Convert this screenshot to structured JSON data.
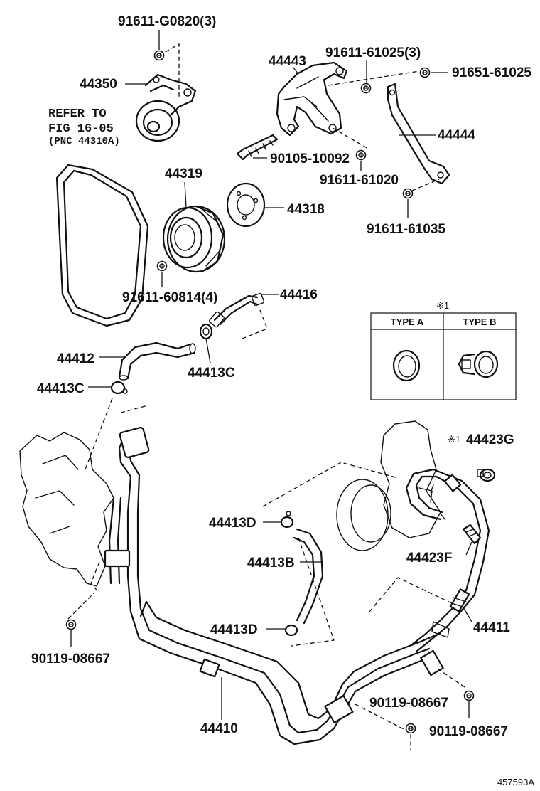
{
  "labels": {
    "p91611_g0820": "91611-G0820(3)",
    "p44350": "44350",
    "refer_line1": "REFER TO",
    "refer_line2": "FIG 16-05",
    "refer_line3": "(PNC 44310A)",
    "p44443": "44443",
    "p91611_61025": "91611-61025(3)",
    "p91651_61025": "91651-61025",
    "p44444": "44444",
    "p90105_10092": "90105-10092",
    "p91611_61020": "91611-61020",
    "p91611_61035": "91611-61035",
    "p44319": "44319",
    "p44318": "44318",
    "p91611_60814": "91611-60814(4)",
    "p44416": "44416",
    "p44412": "44412",
    "p44413c_a": "44413C",
    "p44413c_b": "44413C",
    "p44423g": "44423G",
    "p44413d_a": "44413D",
    "p44413b": "44413B",
    "p44423f": "44423F",
    "p44413d_b": "44413D",
    "p44411": "44411",
    "p90119_a": "90119-08667",
    "p90119_b": "90119-08667",
    "p90119_c": "90119-08667",
    "p44410": "44410",
    "footnote_mark": "※1",
    "p44423g_mark": "※1",
    "type_a": "TYPE A",
    "type_b": "TYPE B",
    "diagram_code": "457593A"
  },
  "bolt_marker": "B"
}
